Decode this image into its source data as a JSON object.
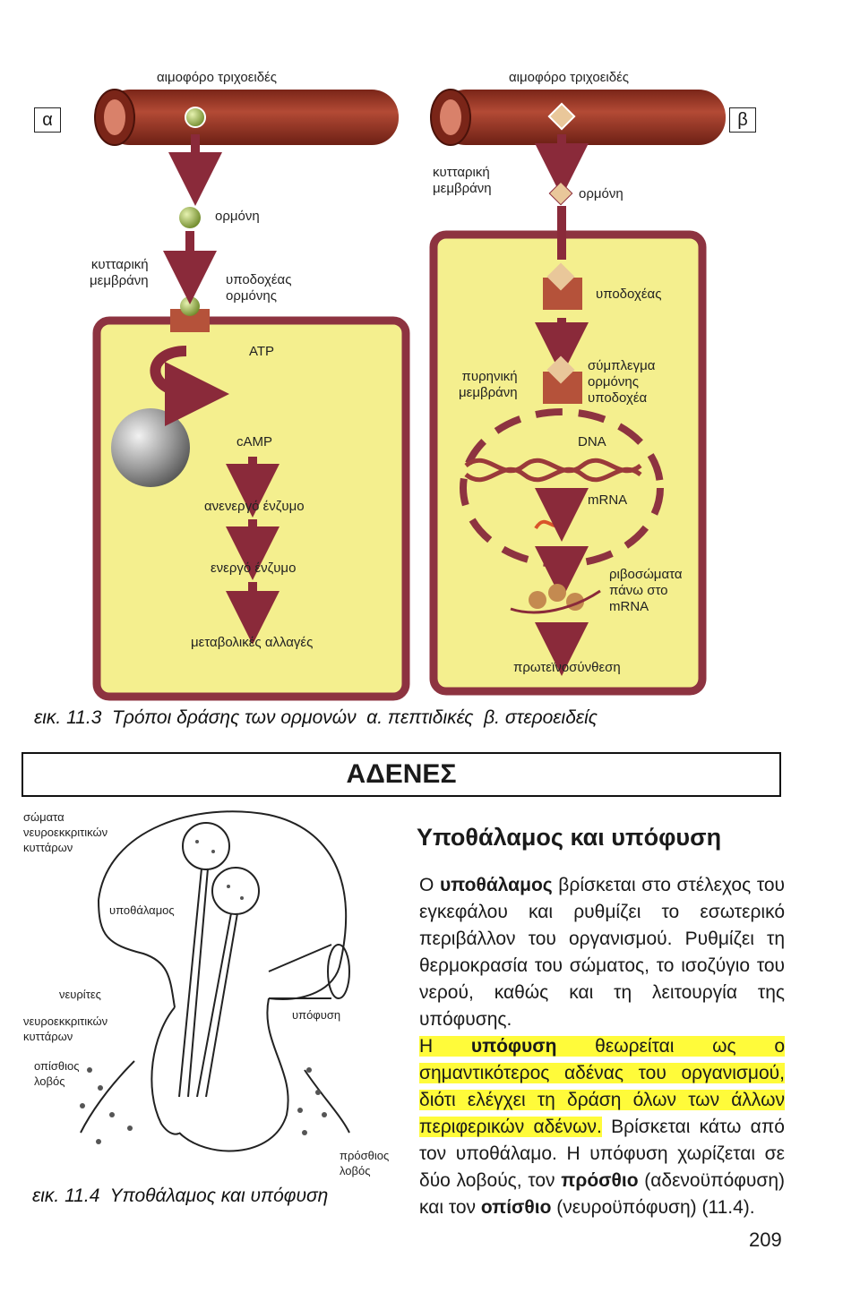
{
  "figure_top": {
    "panel_a_letter": "α",
    "panel_b_letter": "β",
    "a": {
      "capillary": "αιμοφόρο τριχοειδές",
      "hormone": "ορμόνη",
      "membrane": "κυτταρική\nμεμβράνη",
      "receptor": "υποδοχέας\nορμόνης",
      "atp": "ATP",
      "camp": "cAMP",
      "inactive": "ανενεργό ένζυμο",
      "active": "ενεργό ένζυμο",
      "metabolic": "μεταβολικές αλλαγές"
    },
    "b": {
      "capillary": "αιμοφόρο τριχοειδές",
      "membrane": "κυτταρική\nμεμβράνη",
      "hormone": "ορμόνη",
      "receptor": "υποδοχέας",
      "nuclear": "πυρηνική\nμεμβράνη",
      "complex": "σύμπλεγμα\nορμόνης\nυποδοχέα",
      "dna": "DNA",
      "mrna": "mRNA",
      "ribosomes": "ριβοσώματα\nπάνω στο\nmRNA",
      "protein": "πρωτεϊνοσύνθεση"
    },
    "caption": "εικ. 11.3  Τρόποι δράσης των ορμονών  α. πεπτιδικές  β. στεροειδείς"
  },
  "section_title": "ΑΔΕΝΕΣ",
  "figure_bottom": {
    "bodies": "σώματα\nνευροεκκριτικών\nκυττάρων",
    "hypothalamus": "υποθάλαμος",
    "fibers": "νευρίτες",
    "cells": "νευροεκκριτικών\nκυττάρων",
    "posterior": "οπίσθιος\nλοβός",
    "pituitary": "υπόφυση",
    "anterior": "πρόσθιος\nλοβός",
    "caption": "εικ. 11.4  Υποθάλαμος και υπόφυση"
  },
  "text": {
    "heading": "Υποθάλαμος και υπόφυση",
    "p1_a": "Ο ",
    "p1_b": "υποθάλαμος",
    "p1_c": " βρίσκεται στο στέλεχος του εγκεφάλου και ρυθμίζει το εσωτερικό περιβάλλον του οργανισμού. Ρυθμίζει τη θερμοκρασία του σώματος, το ισοζύγιο του νερού, καθώς και τη λειτουργία της υπόφυσης.",
    "p2_a": "Η ",
    "p2_b": "υπόφυση",
    "p2_c": " θεωρείται ως ο σημαντικότερος αδένας του οργανισμού, διότι ελέγχει τη δράση όλων των άλλων περιφερικών αδένων.",
    "p2_d": " Βρίσκεται κάτω από τον υποθάλαμο. Η υπόφυση χωρίζεται σε δύο λοβούς, τον ",
    "p2_e": "πρόσθιο",
    "p2_f": " (αδενοϋπόφυση) και τον ",
    "p2_g": "οπίσθιο",
    "p2_h": " (νευροϋπόφυση) (11.4)."
  },
  "page_number": "209",
  "colors": {
    "cell": "#f4ef8e",
    "cell_border": "#9a3a3a",
    "capillary": "#9b3b2e",
    "arrow": "#8a2a3a",
    "highlight": "#fffb3a"
  }
}
